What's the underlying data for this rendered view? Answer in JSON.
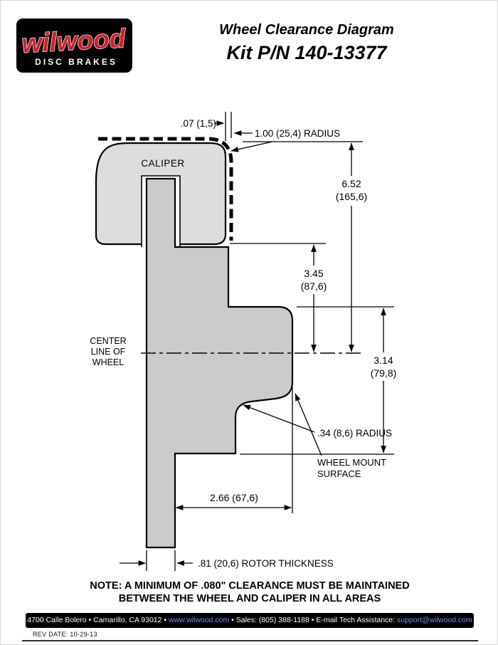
{
  "logo": {
    "brand": "wilwood",
    "tagline": "DISC BRAKES"
  },
  "header": {
    "title": "Wheel Clearance Diagram",
    "kit": "Kit P/N 140-13377"
  },
  "diagram": {
    "caliper_label": "CALIPER",
    "centerline": {
      "l1": "CENTER",
      "l2": "LINE OF",
      "l3": "WHEEL"
    },
    "dims": {
      "clearance": ".07 (1,5)",
      "outer_radius": "1.00 (25,4) RADIUS",
      "wheel_radius_in": "6.52",
      "wheel_radius_mm": "(165,6)",
      "caliper_depth_in": "3.45",
      "caliper_depth_mm": "(87,6)",
      "hat_depth_in": "3.14",
      "hat_depth_mm": "(79,8)",
      "inner_radius": ".34 (8,6) RADIUS",
      "mount_l1": "WHEEL MOUNT",
      "mount_l2": "SURFACE",
      "offset": "2.66 (67,6)",
      "rotor_thickness": ".81 (20,6) ROTOR THICKNESS"
    }
  },
  "note": {
    "l1": "NOTE: A MINIMUM OF .080\" CLEARANCE MUST BE MAINTAINED",
    "l2": "BETWEEN THE WHEEL AND CALIPER IN ALL AREAS"
  },
  "footer": {
    "address": "4700 Calle Bolero • Camarillo, CA 93012 •",
    "website": "www.wilwood.com",
    "middle": "• Sales: (805) 388-1188 • E-mail Tech Assistance:",
    "email": "support@wilwood.com",
    "rev_label": "REV DATE:",
    "rev_date": "10-29-13"
  },
  "colors": {
    "caliper_fill": "#dcdedd",
    "rotor_fill": "#c9cccb",
    "logo_red": "#d0202a",
    "link_blue": "#7b8cf0"
  }
}
